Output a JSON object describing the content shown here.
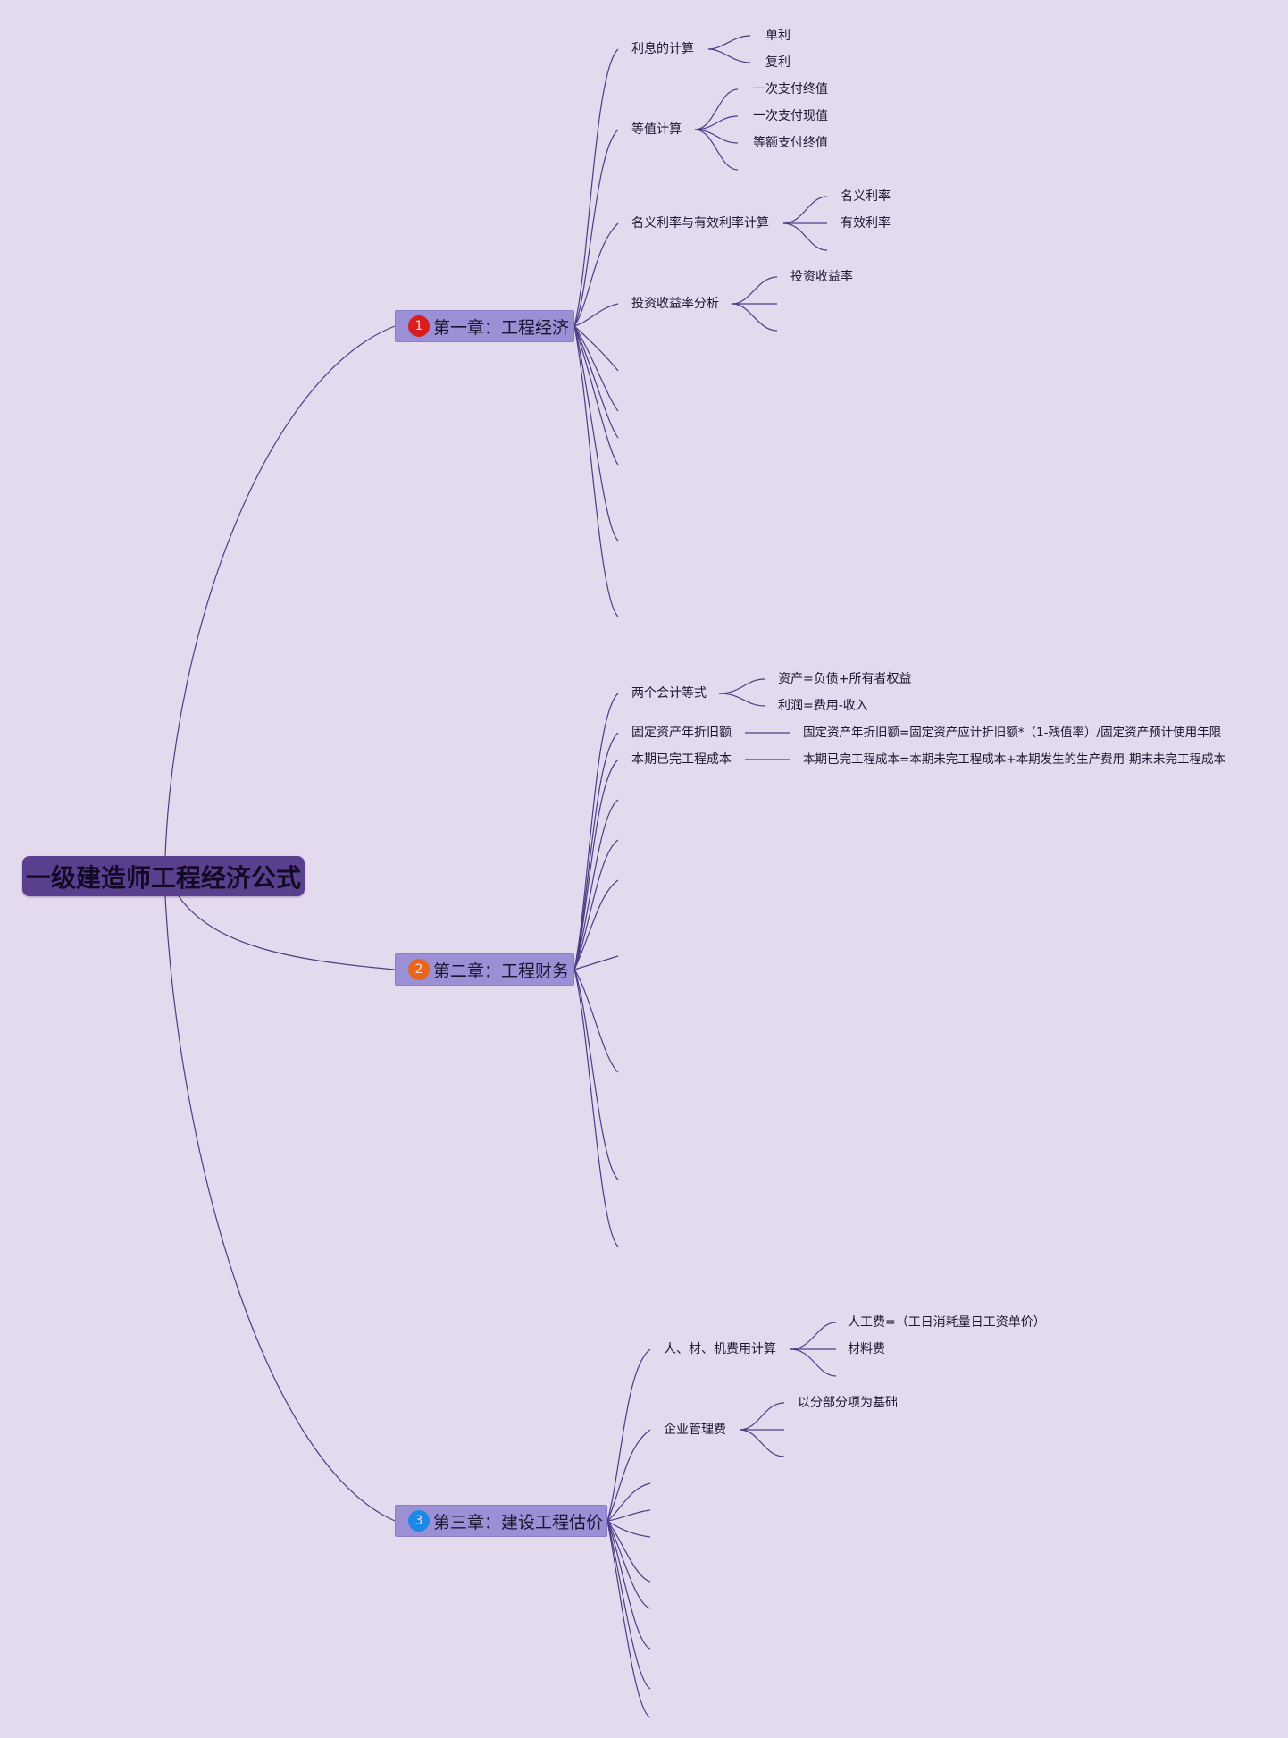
{
  "mindmap": {
    "root": "一级建造师工程经济公式",
    "colors": {
      "background": "#e4daee",
      "root": "#5a3f8f",
      "chapter": "#9b8fd6",
      "line": "#4b3d85",
      "badge1": "#d81e1e",
      "badge2": "#e8651c",
      "badge3": "#1e88e5"
    },
    "chapters": [
      {
        "num": "1",
        "title": "第一章：工程经济",
        "topics": [
          {
            "label": "利息的计算",
            "children": [
              "单利",
              "复利"
            ]
          },
          {
            "label": "等值计算",
            "children": [
              "一次支付终值",
              "一次支付现值",
              "等额支付终值"
            ]
          },
          {
            "label": "名义利率与有效利率计算",
            "children": [
              "名义利率",
              "有效利率"
            ]
          },
          {
            "label": "投资收益率分析",
            "children": [
              "投资收益率"
            ]
          }
        ]
      },
      {
        "num": "2",
        "title": "第二章：工程财务",
        "topics": [
          {
            "label": "两个会计等式",
            "children": [
              "资产=负债+所有者权益",
              "利润=费用-收入"
            ]
          },
          {
            "label": "固定资产年折旧额",
            "children": [
              "固定资产年折旧额=固定资产应计折旧额*（1-残值率）/固定资产预计使用年限"
            ]
          },
          {
            "label": "本期已完工程成本",
            "children": [
              "本期已完工程成本=本期未完工程成本+本期发生的生产费用-期末未完工程成本"
            ]
          }
        ]
      },
      {
        "num": "3",
        "title": "第三章：建设工程估价",
        "topics": [
          {
            "label": "人、材、机费用计算",
            "children": [
              "人工费=（工日消耗量日工资单价）",
              "材料费"
            ]
          },
          {
            "label": "企业管理费",
            "children": [
              "以分部分项为基础"
            ]
          }
        ]
      }
    ]
  }
}
